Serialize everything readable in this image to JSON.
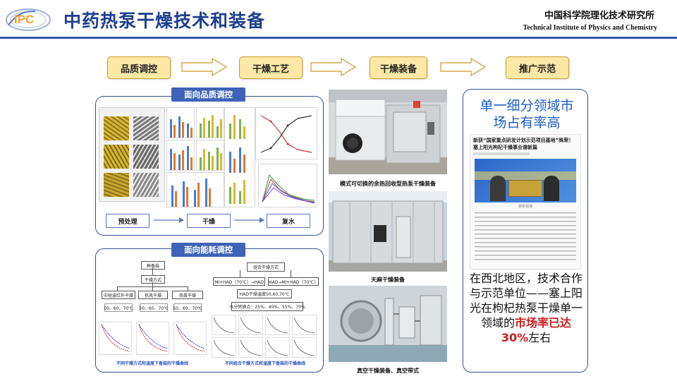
{
  "header": {
    "logo_text": "IPC",
    "title": "中药热泵干燥技术和装备",
    "institute_cn": "中国科学院理化技术研究所",
    "institute_en": "Technical Institute of Physics and Chemistry",
    "brand_color": "#2f56a8"
  },
  "flow": [
    "品质调控",
    "干燥工艺",
    "干燥装备",
    "推广示范"
  ],
  "quality_panel": {
    "tag": "面向品质调控",
    "steps": [
      "预处理",
      "干燥",
      "复水"
    ]
  },
  "energy_panel": {
    "tag": "面向能耗调控",
    "caption_left": "不同干燥方式和温度下香菇的干燥曲线",
    "caption_right": "不同组合干燥方式和温度下香菇的干燥曲线",
    "left_chart": {
      "root": "鲜香菇",
      "mid": "干燥方式",
      "methods": [
        "中短波红外干燥",
        "热风干燥",
        "热泵干燥"
      ],
      "temps": "50、60、70℃"
    },
    "right_chart": {
      "root": "组合干燥方式",
      "combo_left": "MI+HAD（70℃）→HAD",
      "combo_right": "HAD→MI+HAD（70℃）",
      "temp": "HAD干燥温度50,60,70℃",
      "moisture": "水分转换点：25%、40%、55%、70%"
    }
  },
  "equipment": {
    "caption_1": "模式可切换的余热回收型热泵干燥装备",
    "caption_2": "天麻干燥装备",
    "caption_3": "真空干燥装备、真空带式"
  },
  "promotion": {
    "heading": "单一细分领域市场占有率高",
    "news_title": "新获“国家重点研发计划示范项目基地”殊荣！塞上阳光枸杞干燥事业谱新篇",
    "photo_caption": "颁奖现场",
    "body_prefix": "在西北地区，技术合作与示范单位——塞上阳光在枸杞热泵干燥单一领域的",
    "body_highlight": "市场率已达30%",
    "body_suffix": "左右",
    "highlight_color": "#cc1f1f"
  }
}
